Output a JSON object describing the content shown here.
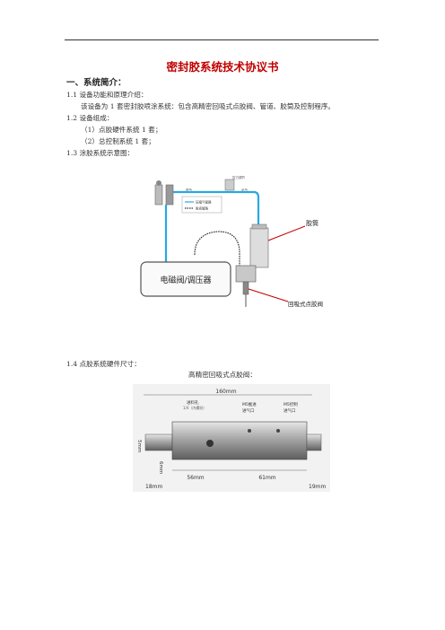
{
  "title": "密封胶系统技术协议书",
  "section1": {
    "heading": "一、系统简介：",
    "s11": "1.1 设备功能和原理介绍：",
    "s11_body": "该设备为 1 套密封胶喷涂系统：包含高精密回吸式点胶阀、管道、胶筒及控制程序。",
    "s12": "1.2 设备组成：",
    "s12_item1": "（1）点胶硬件系统 1 套；",
    "s12_item2": "（2）总控制系统 1 套；",
    "s13": "1.3 涂胶系统示意图：",
    "s14": "1.4 点胶系统硬件尺寸：",
    "valve_caption": "高精密回吸式点胶阀："
  },
  "diagram": {
    "controller_label": "电磁阀/调压器",
    "cartridge_label": "胶筒",
    "valve_label": "回吸式点胶阀",
    "pressure_label": "压力调节",
    "inlet_label": "进气",
    "outlet_label": "出气",
    "legend_line1": "压缩气管路",
    "legend_line2": "胶液管路"
  },
  "dimensions": {
    "top": "160mm",
    "left_vertical": "5mm",
    "mid_vertical": "6mm",
    "bottom_left": "56mm",
    "bottom_right": "61mm",
    "outer_left": "18mm",
    "outer_right": "19mm",
    "callout1_line1": "进料孔",
    "callout1_line2": "1/4（内螺纹）",
    "callout2_line1": "M5推进",
    "callout2_line2": "进气口",
    "callout3_line1": "M5控制",
    "callout3_line2": "进气口"
  }
}
